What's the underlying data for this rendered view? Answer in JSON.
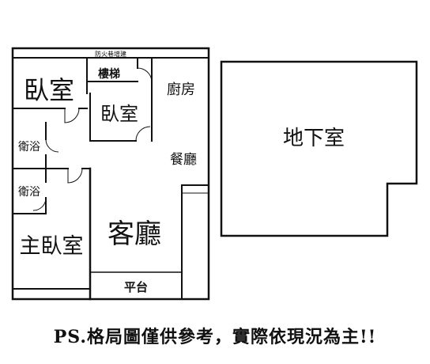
{
  "diagram": {
    "labels": {
      "corridor": "防火巷增建",
      "bedroom_left": "臥室",
      "stairs": "樓梯",
      "kitchen": "廚房",
      "bedroom_center": "臥室",
      "bath_upper": "衛浴",
      "dining": "餐廳",
      "bath_lower": "衛浴",
      "living": "客廳",
      "master_bedroom": "主臥室",
      "platform": "平台",
      "basement": "地下室"
    },
    "colors": {
      "wall": "#111111",
      "background": "#ffffff"
    }
  },
  "footer": {
    "disclaimer": "PS.格局圖僅供參考，實際依現況為主!!"
  }
}
